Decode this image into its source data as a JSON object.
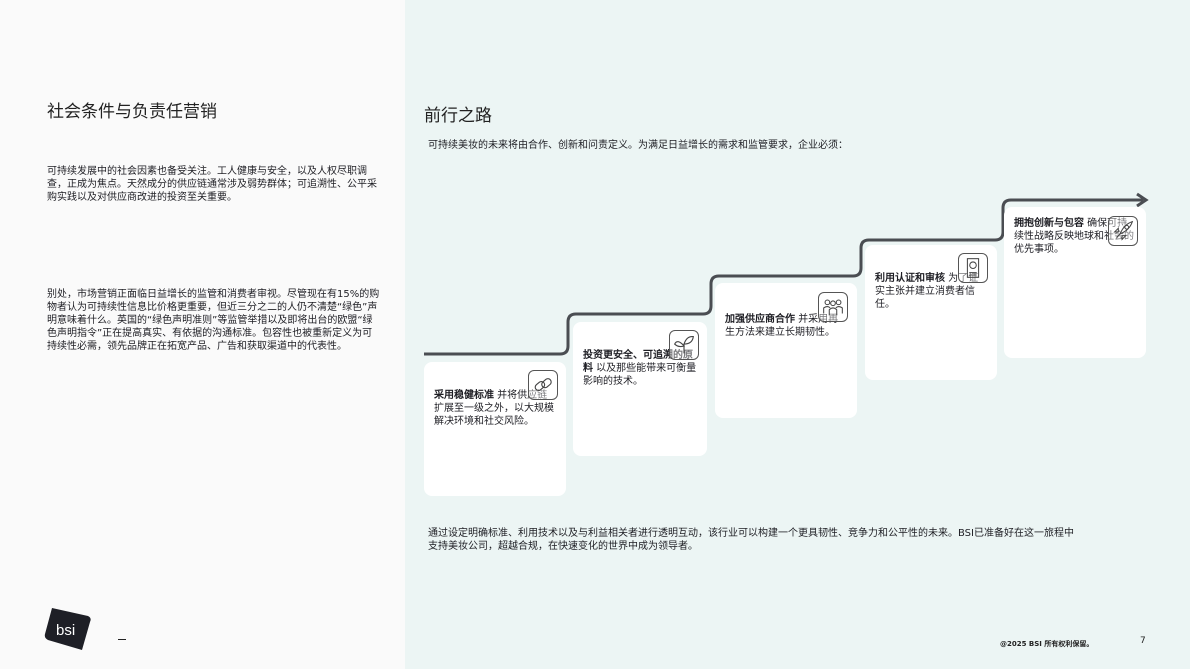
{
  "left": {
    "title": "社会条件与负责任营销",
    "para1": "可持续发展中的社会因素也备受关注。工人健康与安全，以及人权尽职调查，正成为焦点。天然成分的供应链通常涉及弱势群体；可追溯性、公平采购实践以及对供应商改进的投资至关重要。",
    "para2": "别处，市场营销正面临日益增长的监管和消费者审视。尽管现在有15%的购物者认为可持续性信息比价格更重要，但近三分之二的人仍不清楚“绿色”声明意味着什么。英国的“绿色声明准则”等监管举措以及即将出台的欧盟“绿色声明指令”正在提高真实、有依据的沟通标准。包容性也被重新定义为可持续性必需，领先品牌正在拓宽产品、广告和获取渠道中的代表性。",
    "logo_text": "bsi"
  },
  "right": {
    "title": "前行之路",
    "intro": "可持续美妆的未来将由合作、创新和问责定义。为满足日益增长的需求和监管要求，企业必须：",
    "steps": [
      {
        "bold": "采用稳健标准",
        "text": " 并将供应链扩展至一级之外，以大规模解决环境和社交风险。",
        "icon": "chain-link-icon"
      },
      {
        "bold": "投资更安全、可追溯的原料",
        "text": " 以及那些能带来可衡量影响的技术。",
        "icon": "leaf-icon"
      },
      {
        "bold": "加强供应商合作",
        "text": " 并采用再生方法来建立长期韧性。",
        "icon": "people-group-icon"
      },
      {
        "bold": "利用认证和审核",
        "text": " 为了证实主张并建立消费者信任。",
        "icon": "certificate-icon"
      },
      {
        "bold": "拥抱创新与包容",
        "text": " 确保可持续性战略反映地球和社会的优先事项。",
        "icon": "rocket-icon"
      }
    ],
    "conclusion": "通过设定明确标准、利用技术以及与利益相关者进行透明互动，该行业可以构建一个更具韧性、竞争力和公平性的未来。BSI已准备好在这一旅程中支持美妆公司，超越合规，在快速变化的世界中成为领导者。",
    "copyright": "@2025 BSI 所有权利保留。",
    "page_number": "7"
  },
  "colors": {
    "left_bg": "#fafafa",
    "right_bg": "#ecf5f4",
    "line": "#4a4d52",
    "logo": "#1e1f26"
  }
}
